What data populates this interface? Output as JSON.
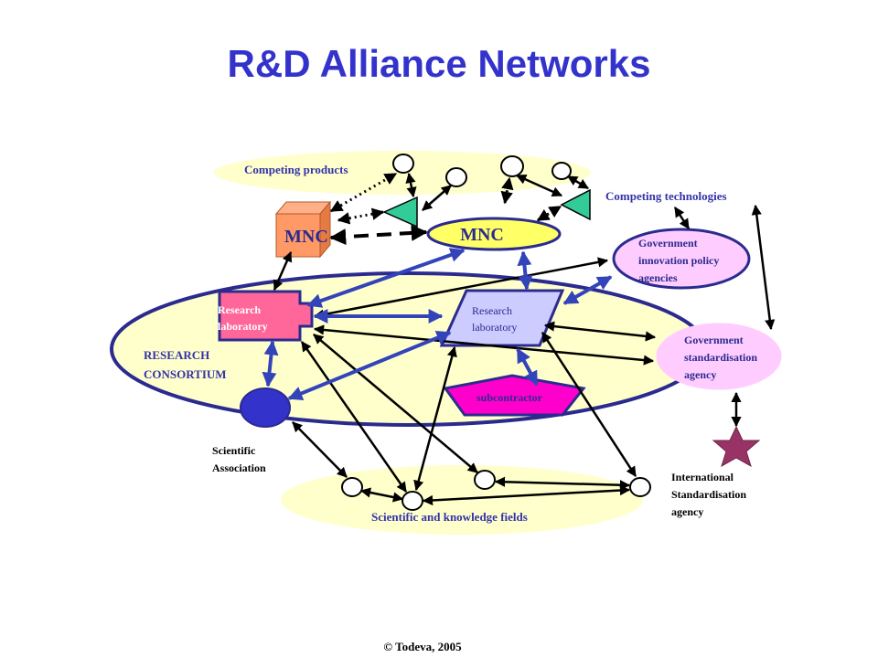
{
  "title": "R&D Alliance Networks",
  "labels": {
    "competing_products": "Competing products",
    "competing_technologies": "Competing technologies",
    "mnc_cube": "MNC",
    "mnc_ellipse": "MNC",
    "research_lab_left_line1": "Research",
    "research_lab_left_line2": "laboratory",
    "research_lab_right_line1": "Research",
    "research_lab_right_line2": "laboratory",
    "research_consortium_line1": "RESEARCH",
    "research_consortium_line2": "CONSORTIUM",
    "subcontractor": "subcontractor",
    "gov_innovation_line1": "Government",
    "gov_innovation_line2": "innovation policy",
    "gov_innovation_line3": "agencies",
    "gov_standard_line1": "Government",
    "gov_standard_line2": "standardisation",
    "gov_standard_line3": "agency",
    "sci_assoc_line1": "Scientific",
    "sci_assoc_line2": "Association",
    "intl_std_line1": "International",
    "intl_std_line2": "Standardisation",
    "intl_std_line3": "agency",
    "sci_fields": "Scientific and knowledge fields",
    "copyright": "© Todeva, 2005"
  },
  "colors": {
    "title": "#3333cc",
    "navy": "#2b2b8f",
    "consortium_fill": "#ffffcc",
    "cube_fill": "#ff9966",
    "mnc_ellipse_fill": "#ffff66",
    "lab_left_fill": "#ff6699",
    "lab_right_fill": "#ccccff",
    "subcontractor_fill": "#ff00cc",
    "gov_fill": "#ffccff",
    "sci_assoc_fill": "#3333cc",
    "triangle_fill": "#33cc99",
    "star_fill": "#993366",
    "label_blue": "#3333aa"
  }
}
